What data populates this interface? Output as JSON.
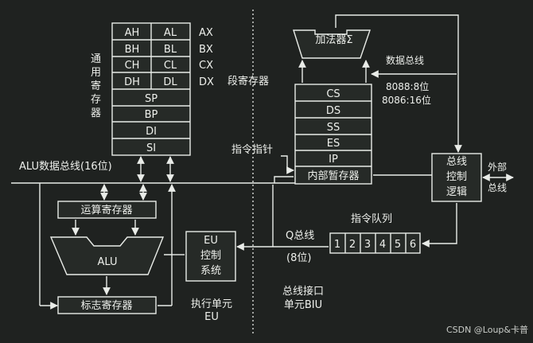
{
  "registers": {
    "label_chars": [
      "通",
      "用",
      "寄",
      "存",
      "器"
    ],
    "rows8": [
      {
        "hi": "AH",
        "lo": "AL",
        "name": "AX"
      },
      {
        "hi": "BH",
        "lo": "BL",
        "name": "BX"
      },
      {
        "hi": "CH",
        "lo": "CL",
        "name": "CX"
      },
      {
        "hi": "DH",
        "lo": "DL",
        "name": "DX"
      }
    ],
    "rows16": [
      "SP",
      "BP",
      "DI",
      "SI"
    ]
  },
  "alu_bus_label": "ALU数据总线(16位)",
  "alu_section": {
    "operand_register": "运算寄存器",
    "alu": "ALU",
    "flags_register": "标志寄存器"
  },
  "eu_control": [
    "EU",
    "控制",
    "系统"
  ],
  "eu_label": [
    "执行单元",
    "EU"
  ],
  "biu": {
    "adder": "加法器Σ",
    "data_bus": "数据总线",
    "seg_reg_label": "段寄存器",
    "width_8088": "8088:8位",
    "width_8086": "8086:16位",
    "segments": [
      "CS",
      "DS",
      "SS",
      "ES",
      "IP"
    ],
    "temp_register": "内部暂存器",
    "ip_label": "指令指针",
    "bus_control": [
      "总线",
      "控制",
      "逻辑"
    ],
    "external_bus": [
      "外部",
      "总线"
    ],
    "queue_label": "指令队列",
    "queue_cells": [
      "1",
      "2",
      "3",
      "4",
      "5",
      "6"
    ],
    "q_bus": "Q总线",
    "q_bits": "(8位)",
    "biu_label": [
      "总线接口",
      "单元BIU"
    ]
  },
  "watermark": "CSDN @Loup&卡普"
}
